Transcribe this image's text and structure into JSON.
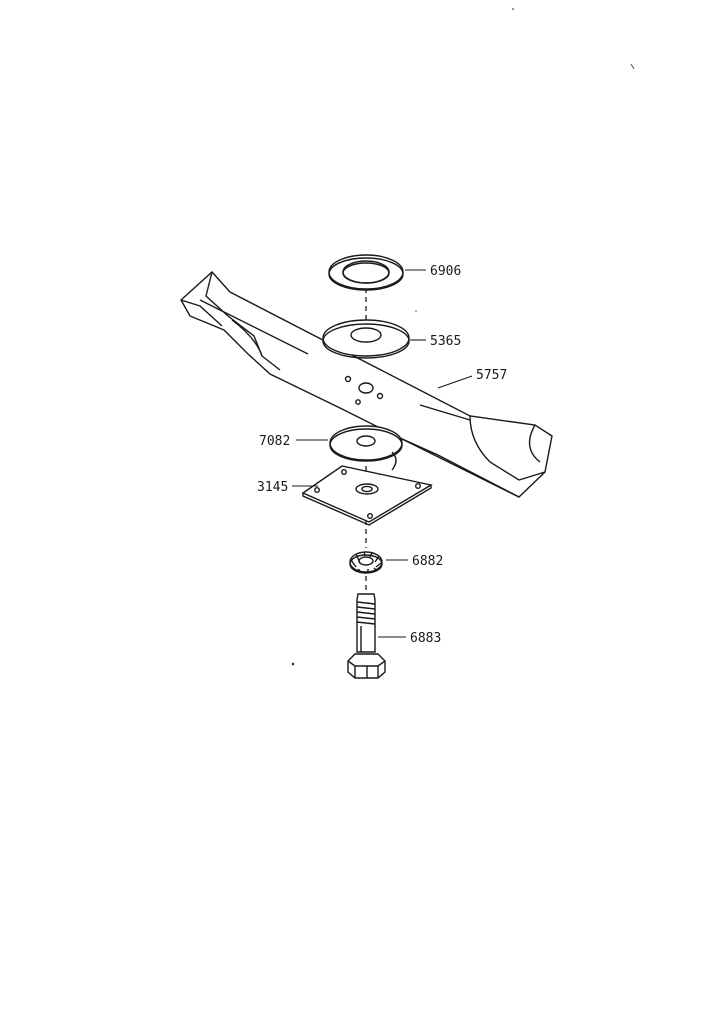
{
  "parts": [
    {
      "id": "washer-top",
      "number": "6906"
    },
    {
      "id": "washer-large",
      "number": "5365"
    },
    {
      "id": "blade",
      "number": "5757"
    },
    {
      "id": "washer-lower",
      "number": "7082"
    },
    {
      "id": "mount-plate",
      "number": "3145"
    },
    {
      "id": "lock-washer",
      "number": "6882"
    },
    {
      "id": "bolt",
      "number": "6883"
    }
  ]
}
